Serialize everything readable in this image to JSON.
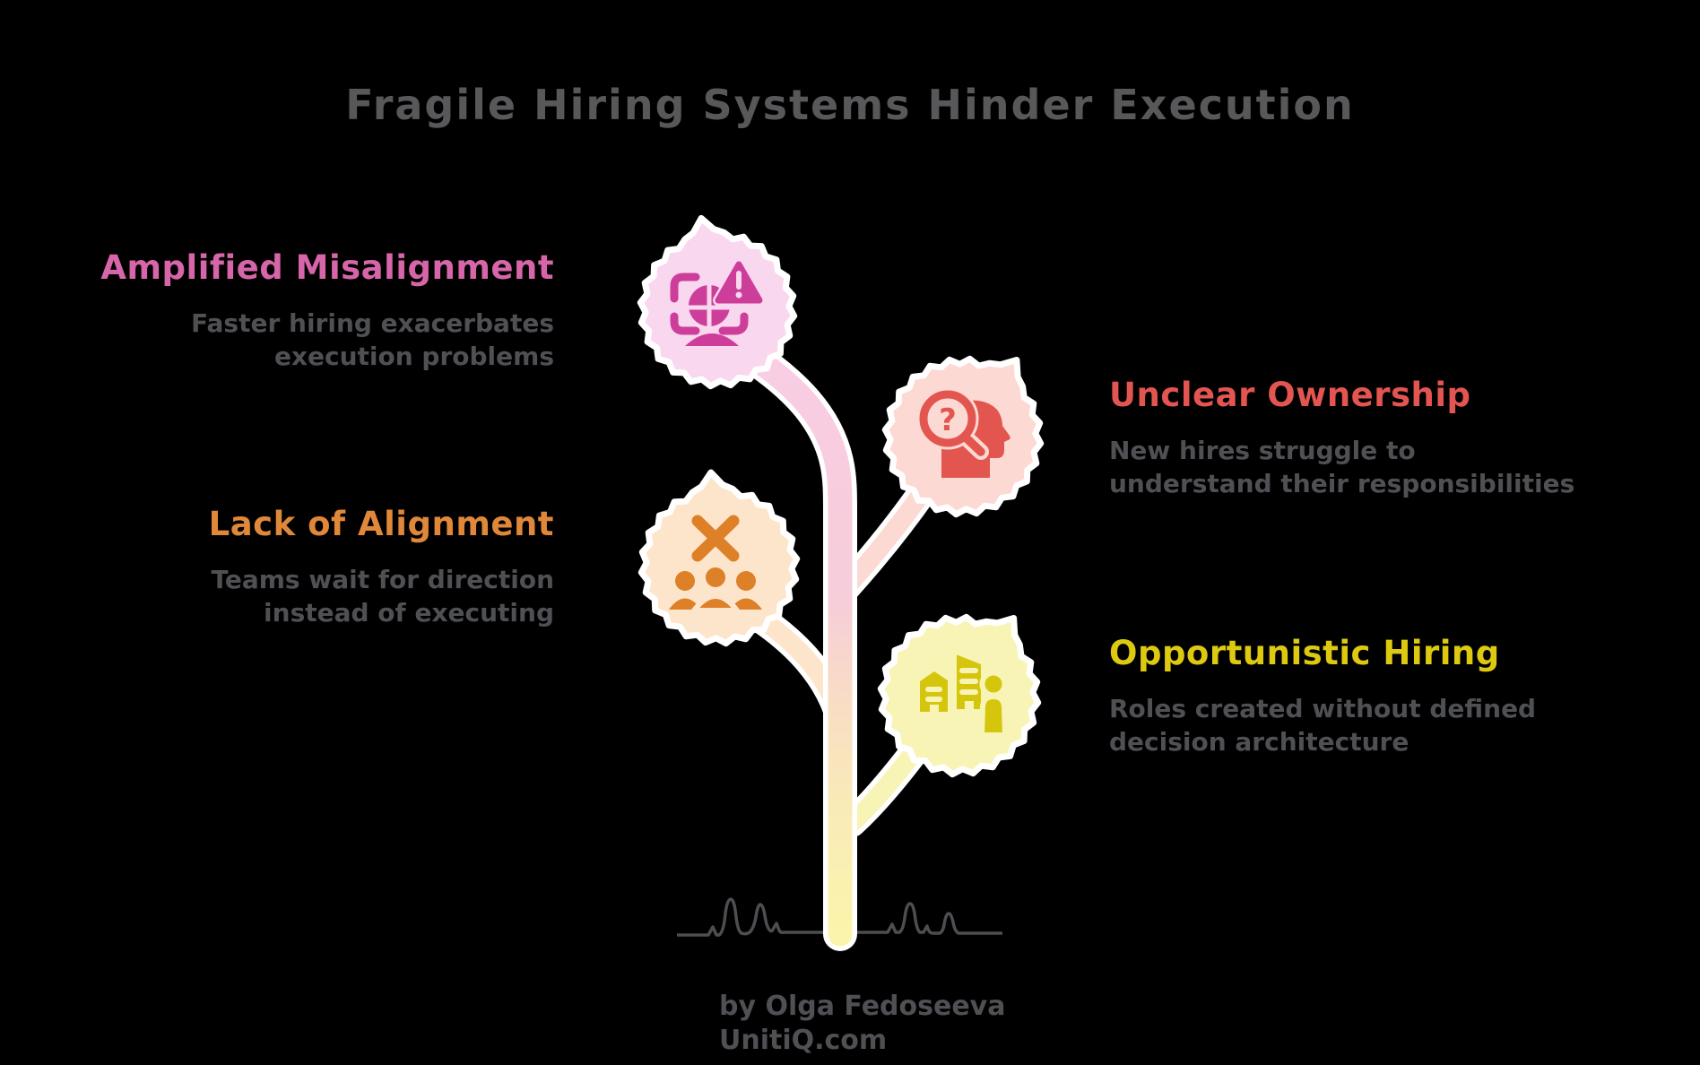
{
  "title": "Fragile Hiring Systems Hinder Execution",
  "colors": {
    "background": "#000000",
    "title_text": "#58585a",
    "body_text": "#4f5054",
    "attribution_text": "#4f5054",
    "grass_line": "#4d4e52",
    "stem_gradient": [
      "#f9cde4",
      "#f6cdd9",
      "#f9dfc2",
      "#f9ecb6",
      "#fbf4ab"
    ]
  },
  "items": [
    {
      "heading": "Amplified Misalignment",
      "description": "Faster hiring exacerbates\nexecution problems",
      "heading_color": "#d765a9",
      "leaf_fill": "#f9d7ee",
      "icon_color": "#cd3e9a",
      "icon": "misalignment-warning-icon",
      "side": "left"
    },
    {
      "heading": "Unclear Ownership",
      "description": "New hires struggle to\nunderstand their responsibilities",
      "heading_color": "#e25550",
      "leaf_fill": "#fcd9d3",
      "icon_color": "#e2564f",
      "icon": "head-question-magnifier-icon",
      "side": "right"
    },
    {
      "heading": "Lack of Alignment",
      "description": "Teams wait for direction\ninstead of executing",
      "heading_color": "#e0883a",
      "leaf_fill": "#fde5cc",
      "icon_color": "#dd8028",
      "icon": "team-blocked-icon",
      "side": "left"
    },
    {
      "heading": "Opportunistic Hiring",
      "description": "Roles created without defined\ndecision architecture",
      "heading_color": "#ddca10",
      "leaf_fill": "#f8f4b6",
      "icon_color": "#d5c60d",
      "icon": "buildings-person-icon",
      "side": "right"
    }
  ],
  "attribution": {
    "line1": "by Olga Fedoseeva",
    "line2": "UnitiQ.com"
  }
}
